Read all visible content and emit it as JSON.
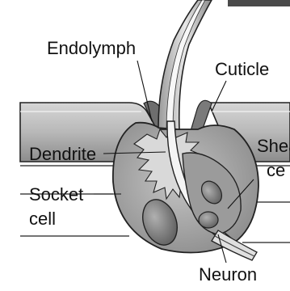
{
  "labels": {
    "endolymph": "Endolymph",
    "cuticle": "Cuticle",
    "dendrite": "Dendrite",
    "sheath_cell_line1": "Sheath",
    "sheath_cell_line2": "ce",
    "socket_cell_line1": "Socket",
    "socket_cell_line2": "cell",
    "neuron": "Neuron"
  },
  "colors": {
    "cuticle_light": "#c9c9c9",
    "cuticle_mid": "#9e9e9e",
    "cuticle_dark": "#6e6e6e",
    "cell_body": "#a3a3a3",
    "nucleus": "#7d7d7d",
    "dendrite_fill": "#f2f2f2",
    "outline": "#222222"
  }
}
